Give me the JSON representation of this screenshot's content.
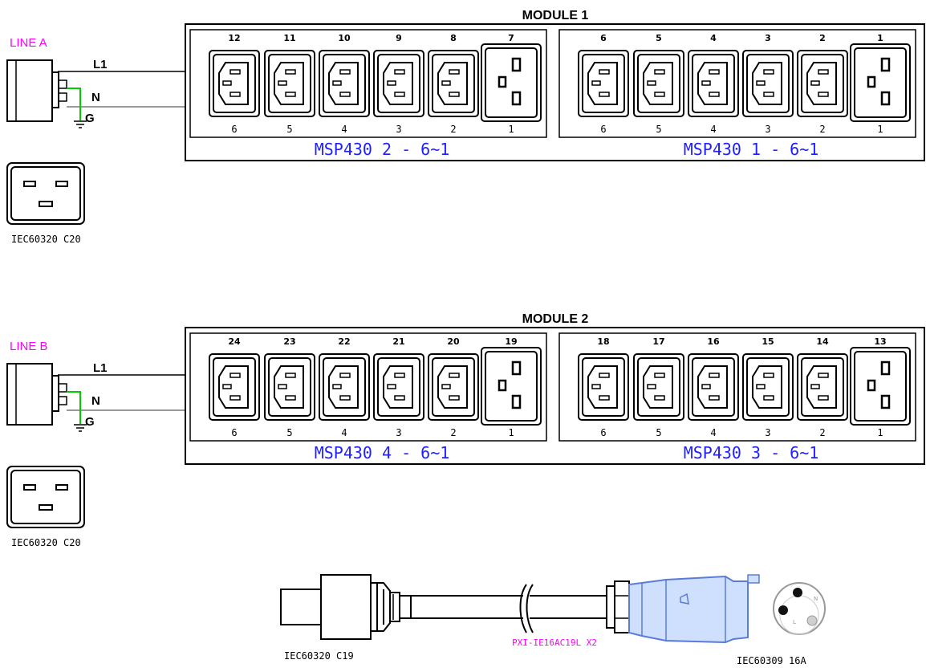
{
  "colors": {
    "line_label": "#ff00ff",
    "ground_wire": "#00cc00",
    "neutral_wire": "#9a9a9a",
    "msp_label": "#2020ff",
    "cable_label": "#ff00ff",
    "plug_body": "#cfe0ff",
    "plug_outline": "#5a7bd8"
  },
  "icons": [
    "iec-c13-outlet-icon",
    "iec-c19-outlet-icon",
    "iec-c20-inlet-icon",
    "ground-symbol-icon",
    "iec60309-plug-icon"
  ],
  "lines": [
    {
      "label": "LINE A",
      "wires": {
        "l1": "L1",
        "n": "N",
        "g": "G"
      },
      "inlet_label": "IEC60320 C20",
      "module": {
        "title": "MODULE 1",
        "banks": [
          {
            "outlets": [
              "12",
              "11",
              "10",
              "9",
              "8",
              "7"
            ],
            "positions": [
              "6",
              "5",
              "4",
              "3",
              "2",
              "1"
            ],
            "msp": "MSP430 2 - 6~1"
          },
          {
            "outlets": [
              "6",
              "5",
              "4",
              "3",
              "2",
              "1"
            ],
            "positions": [
              "6",
              "5",
              "4",
              "3",
              "2",
              "1"
            ],
            "msp": "MSP430 1 - 6~1"
          }
        ]
      }
    },
    {
      "label": "LINE B",
      "wires": {
        "l1": "L1",
        "n": "N",
        "g": "G"
      },
      "inlet_label": "IEC60320 C20",
      "module": {
        "title": "MODULE 2",
        "banks": [
          {
            "outlets": [
              "24",
              "23",
              "22",
              "21",
              "20",
              "19"
            ],
            "positions": [
              "6",
              "5",
              "4",
              "3",
              "2",
              "1"
            ],
            "msp": "MSP430 4 - 6~1"
          },
          {
            "outlets": [
              "18",
              "17",
              "16",
              "15",
              "14",
              "13"
            ],
            "positions": [
              "6",
              "5",
              "4",
              "3",
              "2",
              "1"
            ],
            "msp": "MSP430 3 - 6~1"
          }
        ]
      }
    }
  ],
  "cable": {
    "left_label": "IEC60320 C19",
    "mid_label": "PXI-IE16AC19L X2",
    "right_label": "IEC60309 16A"
  }
}
